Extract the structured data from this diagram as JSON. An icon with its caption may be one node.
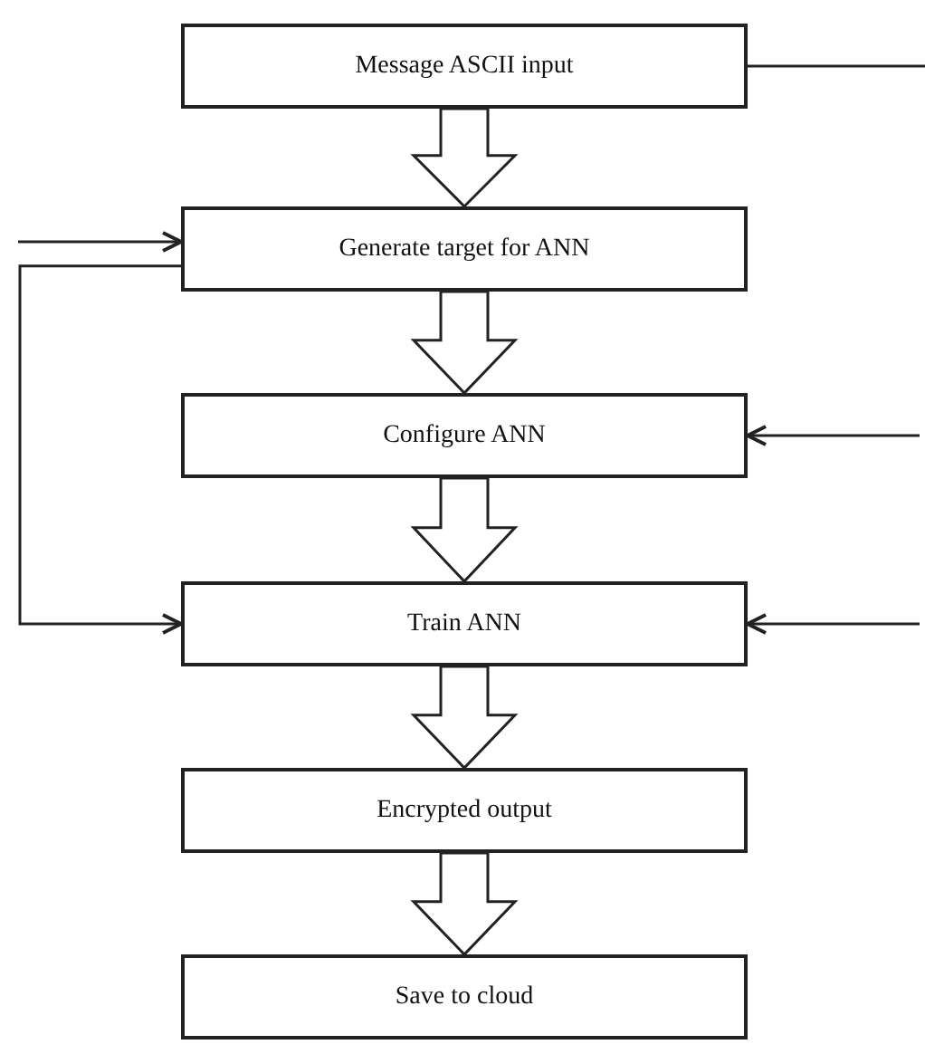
{
  "diagram": {
    "nodes": [
      {
        "text": [
          "Message ASCII input"
        ]
      },
      {
        "text": [
          "Generate target for ANN"
        ]
      },
      {
        "text": [
          "Configure ANN"
        ]
      },
      {
        "text": [
          "Train ANN"
        ]
      },
      {
        "text": [
          "Encrypted output"
        ]
      },
      {
        "text": [
          "Save to cloud"
        ]
      }
    ],
    "edges": [
      {
        "from": 0,
        "to": 1,
        "arrow": "to",
        "style": "thick"
      },
      {
        "from": 1,
        "to": 2,
        "arrow": "to",
        "style": "thick"
      },
      {
        "from": 2,
        "to": 3,
        "arrow": "to",
        "style": "thick"
      },
      {
        "from": 3,
        "to": 4,
        "arrow": "to",
        "style": "thick"
      },
      {
        "from": 4,
        "to": 5,
        "arrow": "to",
        "style": "thick"
      },
      {
        "from": 0,
        "to": null,
        "arrow": "none"
      },
      {
        "from": null,
        "to": 2,
        "arrow": "to"
      },
      {
        "from": null,
        "to": 3,
        "arrow": "to"
      },
      {
        "from": null,
        "to": 1,
        "arrow": "to"
      },
      {
        "from": 1,
        "to": 3,
        "arrow": "to"
      }
    ]
  }
}
